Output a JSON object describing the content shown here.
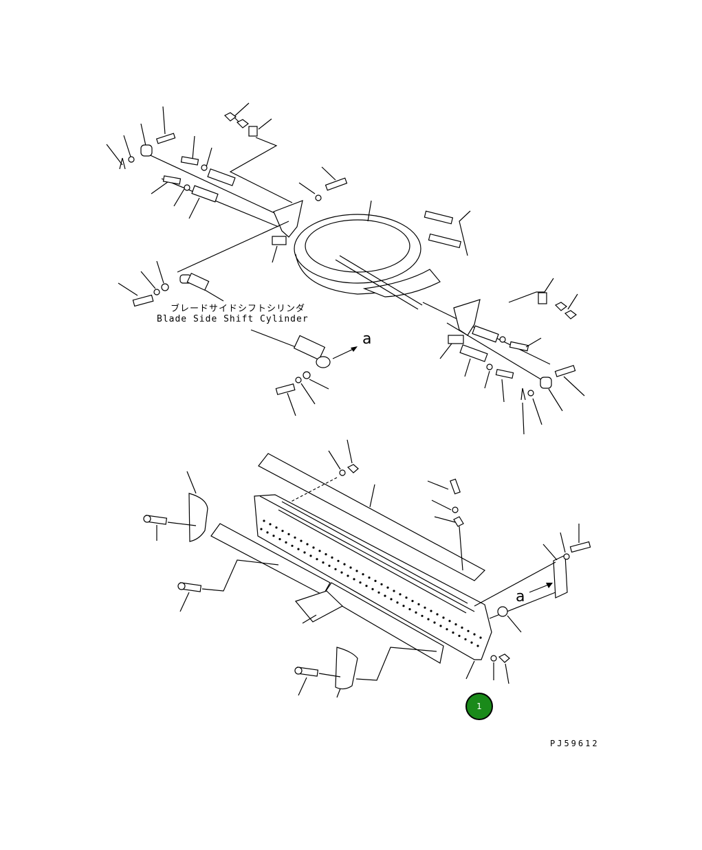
{
  "labels": {
    "jp": "ブレードサイドシフトシリンダ",
    "en": "Blade Side Shift Cylinder",
    "ref_a_top": "a",
    "ref_a_bottom": "a",
    "drawing_code": "PJ59612"
  },
  "badge": {
    "number": "1",
    "color": "#1a8a1a"
  }
}
